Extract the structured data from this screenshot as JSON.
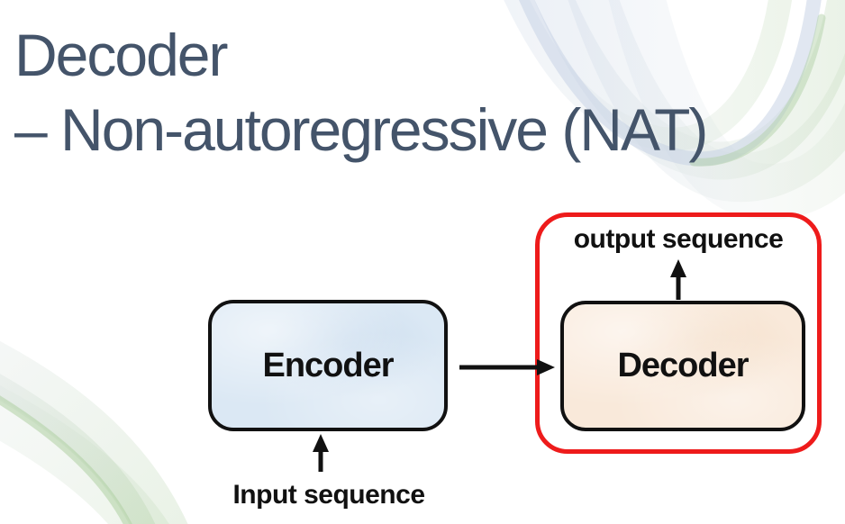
{
  "title": {
    "line1": "Decoder",
    "line2": "– Non-autoregressive (NAT)"
  },
  "diagram": {
    "encoder_label": "Encoder",
    "decoder_label": "Decoder",
    "input_label": "Input sequence",
    "output_label": "output sequence"
  },
  "colors": {
    "title_text": "#44546a",
    "encoder_fill": "#dbe8f4",
    "decoder_fill": "#f9e9da",
    "box_border": "#111111",
    "box_label": "#111111",
    "highlight_red": "#ee1b1b",
    "arrow_black": "#111111",
    "swoosh_blue": "#c3d0e4",
    "swoosh_green": "#b9d5ae",
    "swoosh_grey": "#dde5e2"
  }
}
